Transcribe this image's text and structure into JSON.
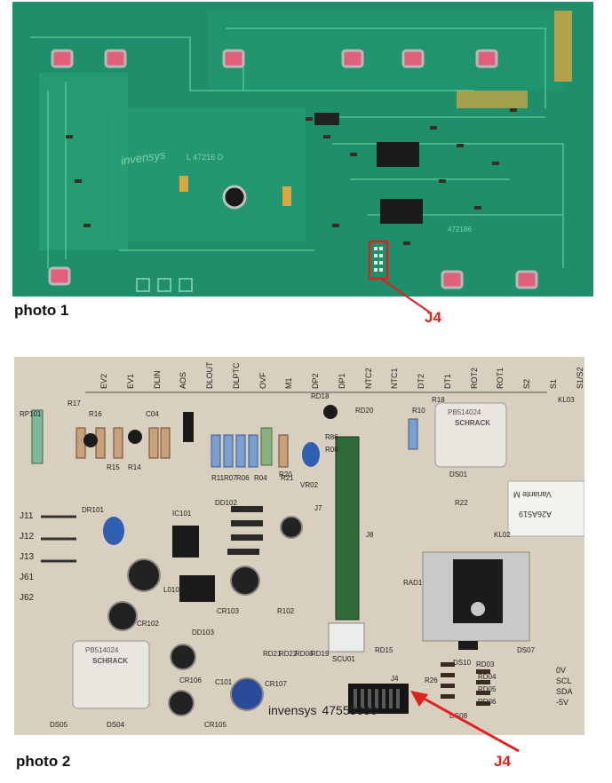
{
  "photo1": {
    "caption": "photo 1",
    "callout": "J4",
    "board_brand": "invensys",
    "board_code": "L 47216 D",
    "ref_code": "472186"
  },
  "photo2": {
    "caption": "photo 2",
    "callout": "J4",
    "brand": "invensys",
    "part_number": "47555080",
    "relay_label": "SCHRACK",
    "relay_code": "PB514024",
    "sticker_line1": "Variante M",
    "sticker_line2": "A26A519",
    "top_labels": [
      "EV2",
      "EV1",
      "DLIN",
      "AOS",
      "DLOUT",
      "DLPTC",
      "OVF",
      "M1",
      "DP2",
      "DP1",
      "NTC2",
      "NTC1",
      "DT2",
      "DT1",
      "ROT2",
      "ROT1",
      "S2",
      "S1",
      "S1/S2"
    ],
    "right_labels": [
      "0V",
      "SCL",
      "SDA",
      "-5V"
    ],
    "left_labels": [
      "J11",
      "J12",
      "J13",
      "J61",
      "J62"
    ],
    "component_labels": [
      "R17",
      "R16",
      "R15",
      "R14",
      "C04",
      "R18",
      "R86",
      "R20",
      "DS01",
      "R22",
      "R10",
      "RD18",
      "R08",
      "RD20",
      "DR101",
      "IC101",
      "DD102",
      "L0101",
      "CR103",
      "R102",
      "DD103",
      "CR102",
      "CR106",
      "C101",
      "CR105",
      "CR107",
      "RD21",
      "RD22",
      "RD08",
      "RD19",
      "RD15",
      "SCU01",
      "J4",
      "R26",
      "RD03",
      "RD04",
      "RD05",
      "RD06",
      "DS08",
      "DS10",
      "DS07",
      "DS05",
      "DS04",
      "RAD1",
      "J8",
      "J7",
      "RP101",
      "VR02",
      "R11",
      "R07",
      "R06",
      "R04",
      "R21",
      "KL03",
      "KL02"
    ]
  },
  "colors": {
    "pcb_green": "#1f8f6b",
    "pcb_beige": "#d8cfbf",
    "callout_red": "#e0221c",
    "button_pink": "#e0607a"
  }
}
